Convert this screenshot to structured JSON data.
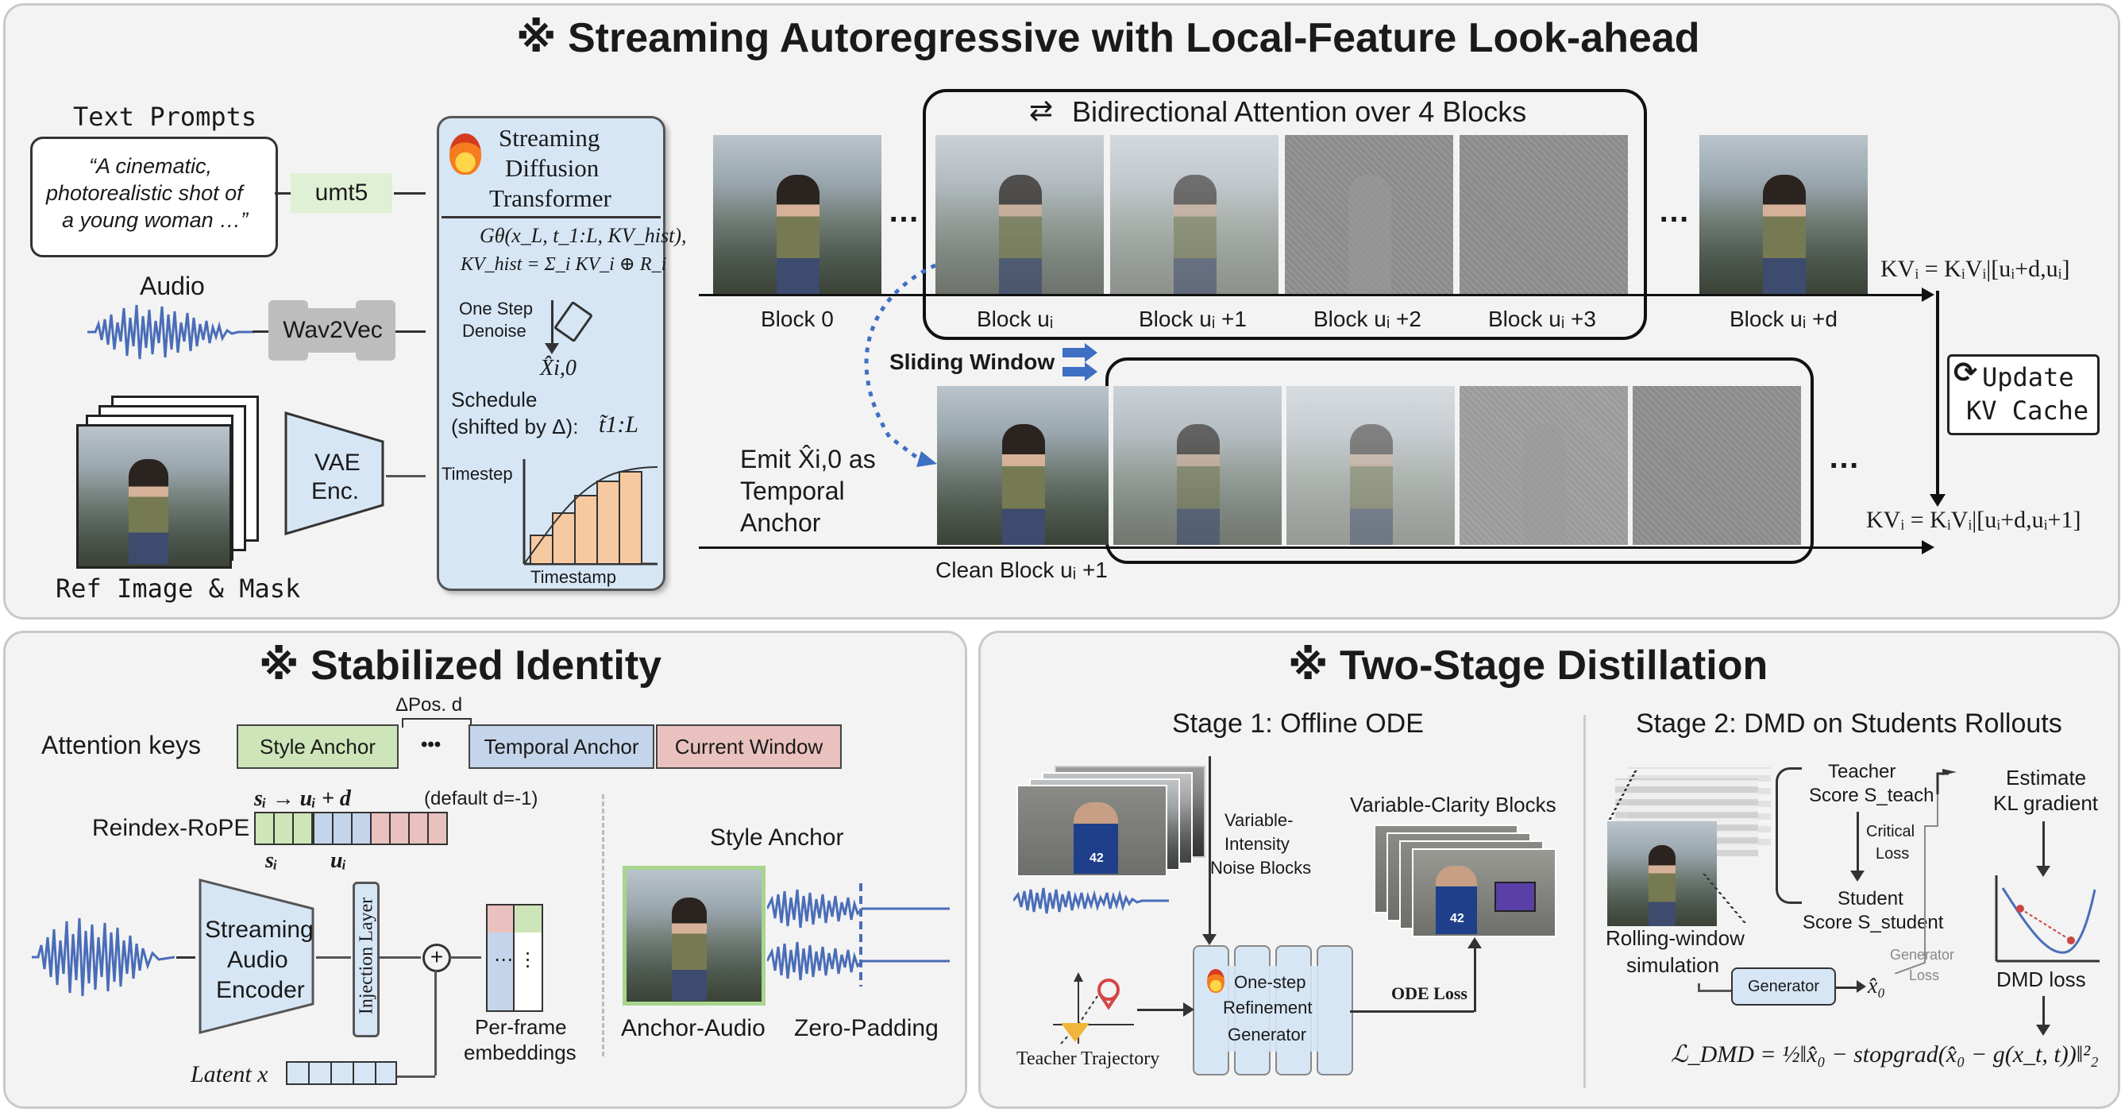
{
  "top": {
    "title": "※ Streaming Autoregressive with Local-Feature Look-ahead",
    "text_prompts_label": "Text Prompts",
    "prompt_text": [
      "“A cinematic,",
      "photorealistic shot of",
      "a young woman …”"
    ],
    "umt5": "umt5",
    "audio_label": "Audio",
    "wav2vec": "Wav2Vec",
    "vae": [
      "VAE",
      "Enc."
    ],
    "ref_label": "Ref Image & Mask",
    "sdt": {
      "title": [
        "Streaming",
        "Diffusion",
        "Transformer"
      ],
      "formula1": "Gθ(x_L, t_1:L, KV_hist),",
      "formula2": "KV_hist = Σ_i KV_i ⊕ R_i",
      "one_step": [
        "One Step",
        "Denoise"
      ],
      "xhat": "X̂i,0",
      "schedule": [
        "Schedule",
        "(shifted by Δ):"
      ],
      "ttilde": "t̃1:L",
      "timestep": "Timestep",
      "timestamp": "Timestamp"
    },
    "bidir": "Bidirectional Attention over 4 Blocks",
    "blocks_row1": [
      "Block 0",
      "Block uᵢ",
      "Block uᵢ +1",
      "Block uᵢ +2",
      "Block uᵢ +3",
      "Block uᵢ +d"
    ],
    "ellipsis": "…",
    "kv_top": "KVᵢ = KᵢVᵢ|[uᵢ+d,uᵢ]",
    "kv_bottom": "KVᵢ = KᵢVᵢ|[uᵢ+d,uᵢ+1]",
    "update": [
      "Update",
      "KV Cache"
    ],
    "sliding": "Sliding Window",
    "emit": [
      "Emit X̂i,0 as",
      "Temporal",
      "Anchor"
    ],
    "clean_block": "Clean Block uᵢ +1"
  },
  "left": {
    "title": "※ Stabilized Identity",
    "attention_keys": "Attention keys",
    "style_anchor": "Style Anchor",
    "dpos": "ΔPos. d",
    "dots": "•••",
    "temporal_anchor": "Temporal Anchor",
    "current_window": "Current Window",
    "reindex_formula": "sᵢ → uᵢ + d",
    "reindex_default": "(default d=-1)",
    "reindex_label": "Reindex-RoPE",
    "si": "sᵢ",
    "ui": "uᵢ",
    "encoder": [
      "Streaming",
      "Audio",
      "Encoder"
    ],
    "injection": "Injection Layer",
    "latent": "Latent x",
    "per_frame": [
      "Per-frame",
      "embeddings"
    ],
    "style_anchor_right": "Style Anchor",
    "anchor_audio": "Anchor-Audio",
    "zero_padding": "Zero-Padding"
  },
  "right": {
    "title": "※ Two-Stage Distillation",
    "stage1": "Stage 1: Offline ODE",
    "stage2": "Stage 2: DMD on Students Rollouts",
    "noise_blocks": [
      "Variable-",
      "Intensity",
      "Noise Blocks"
    ],
    "clarity": "Variable-Clarity Blocks",
    "refine": [
      "One-step",
      "Refinement",
      "Generator"
    ],
    "ode_loss": "ODE Loss",
    "teacher_traj": "Teacher Trajectory",
    "teacher_score": [
      "Teacher",
      "Score S_teach"
    ],
    "critical_loss": [
      "Critical",
      "Loss"
    ],
    "student_score": [
      "Student",
      "Score S_student"
    ],
    "estimate": [
      "Estimate",
      "KL gradient"
    ],
    "rolling": [
      "Rolling-window",
      "simulation"
    ],
    "generator": "Generator",
    "x0": "x̂₀",
    "gen_loss": [
      "Generator",
      "Loss"
    ],
    "dmd_loss": "DMD loss",
    "dmd_formula": "ℒ_DMD = ½‖x̂₀ − stopgrad(x̂₀ − g(x_t, t))‖²₂"
  },
  "colors": {
    "panel": "#f3f3f3",
    "umt5": "#dff0d4",
    "gray_box": "#bdbdbd",
    "sdt": "#d6e6f5",
    "style_anchor": "#cde5b8",
    "temporal_anchor": "#c4d4ea",
    "current_window": "#e9c1bf",
    "orange": "#f7c9a1",
    "wave": "#4a6db8"
  }
}
